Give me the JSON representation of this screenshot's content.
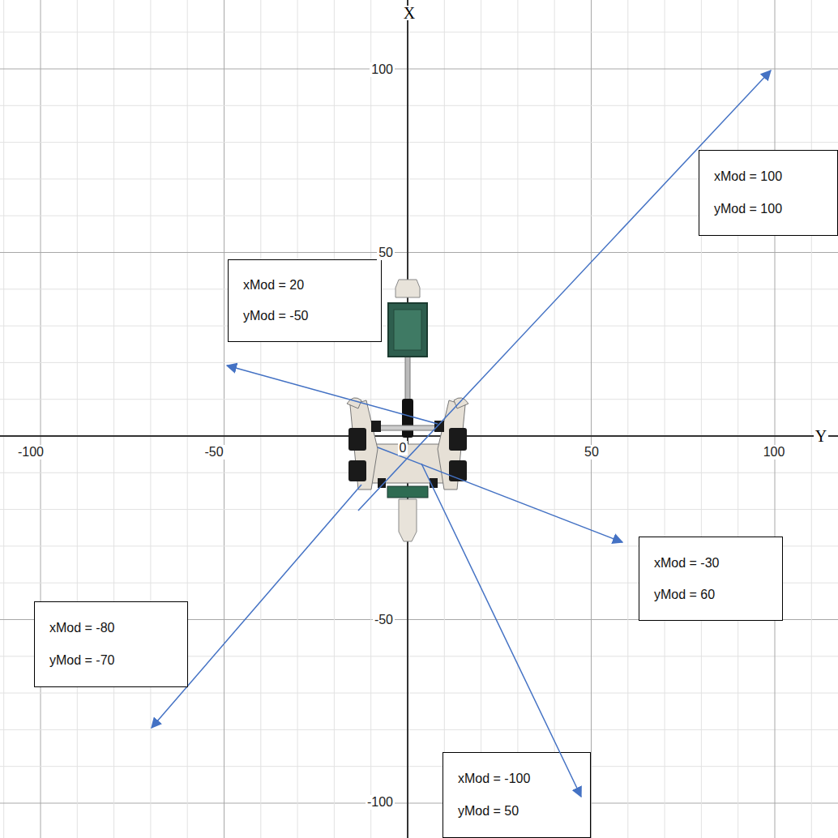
{
  "diagram": {
    "nodes": [
      {
        "text": [
          "xMod = 100",
          "yMod = 100"
        ]
      },
      {
        "text": [
          "xMod = 20",
          "yMod = -50"
        ]
      },
      {
        "text": [
          "xMod = -30",
          "yMod = 60"
        ]
      },
      {
        "text": [
          "xMod = -80",
          "yMod = -70"
        ]
      },
      {
        "text": [
          "xMod = -100",
          "yMod = 50"
        ]
      }
    ],
    "labels": [
      "X",
      "100",
      "50",
      "Y",
      "-100",
      "-50",
      "0",
      "50",
      "100",
      "-50",
      "-100"
    ]
  }
}
